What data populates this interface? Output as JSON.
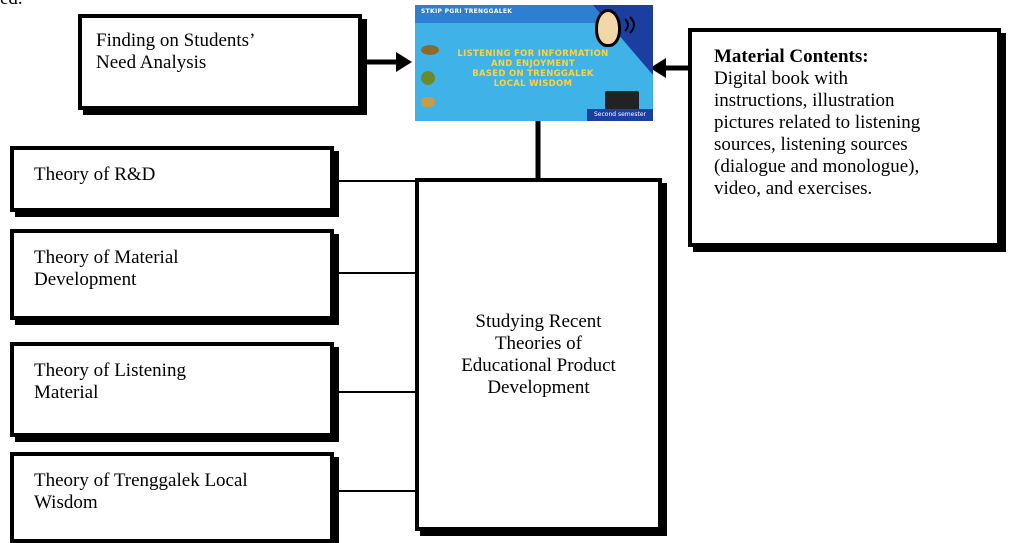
{
  "top_fragment": "ed.",
  "cover": {
    "school": "STKIP PGRI TRENGGALEK",
    "title": "LISTENING FOR INFORMATION\nAND ENJOYMENT\nBASED ON TRENGGALEK\nLOCAL WISDOM",
    "semester": "Second semester"
  },
  "boxes": {
    "finding": "Finding on Students’\nNeed Analysis",
    "material_heading": "Material Contents:",
    "material_body": "Digital book with\ninstructions, illustration\npictures related to listening\nsources, listening sources\n(dialogue and monologue),\nvideo, and exercises.",
    "rnd": "Theory of R&D",
    "material_dev": "Theory of Material\nDevelopment",
    "listening": "Theory of Listening\nMaterial",
    "local": "Theory of Trenggalek Local\nWisdom",
    "center": "Studying Recent\nTheories of\nEducational Product\nDevelopment"
  },
  "colors": {
    "cover_bg": "#3fb3e8",
    "cover_dark": "#1b3ea0",
    "cover_title": "#ffd23a"
  }
}
